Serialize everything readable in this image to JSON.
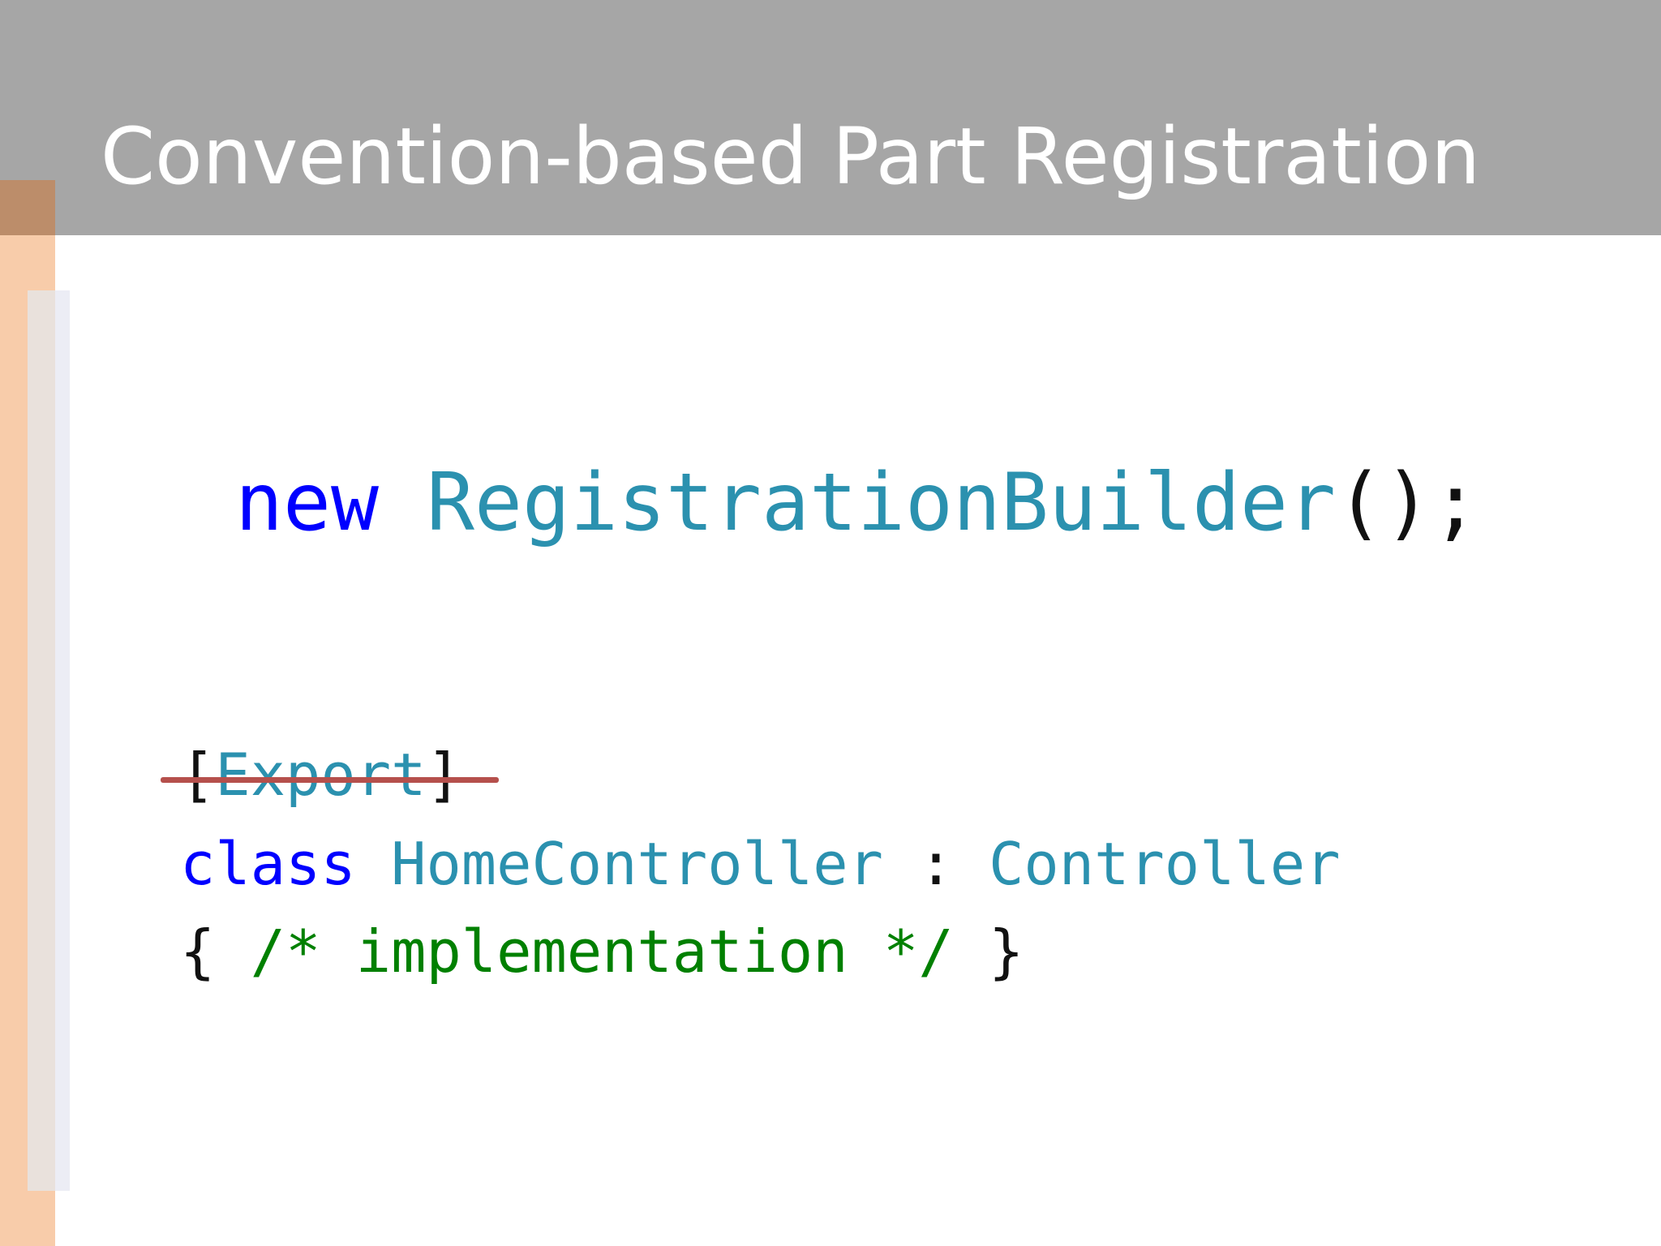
{
  "slide": {
    "title": "Convention-based Part Registration"
  },
  "code_main": {
    "keyword_new": "new",
    "type_name": "RegistrationBuilder",
    "punctuation": "();"
  },
  "code_block": {
    "attribute_open": "[",
    "attribute_name": "Export",
    "attribute_close": "]",
    "attribute_struck_out": true,
    "keyword_class": "class",
    "class_name": "HomeController",
    "colon": ":",
    "base_class": "Controller",
    "brace_open": "{",
    "comment": "/* implementation */",
    "brace_close": "}"
  },
  "colors": {
    "header_background": "#a6a6a6",
    "title_text": "#ffffff",
    "accent_strip": "#f8ccaa",
    "keyword": "#0000ff",
    "type": "#2b91af",
    "comment": "#008000",
    "strike": "#b5504c"
  }
}
